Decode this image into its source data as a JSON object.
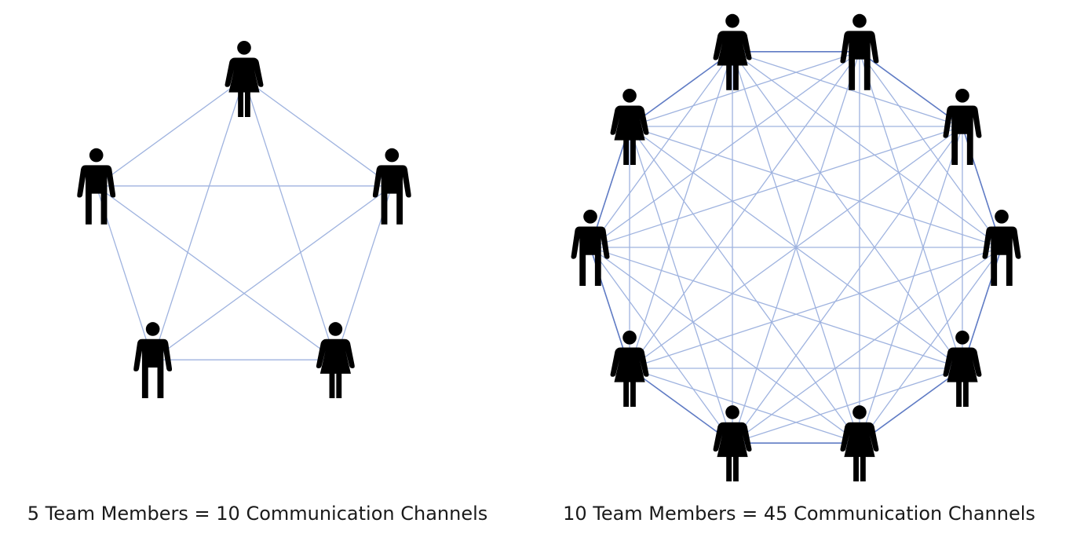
{
  "diagrams": [
    {
      "caption": "5 Team Members = 10 Communication Channels",
      "member_count": 5,
      "channel_count": 10,
      "members": [
        "female",
        "male",
        "female",
        "male",
        "male"
      ]
    },
    {
      "caption": "10 Team Members = 45 Communication Channels",
      "member_count": 10,
      "channel_count": 45,
      "members": [
        "female",
        "male",
        "male",
        "male",
        "female",
        "female",
        "female",
        "female",
        "male",
        "female"
      ]
    }
  ],
  "colors": {
    "channel_line": "#9fb3df",
    "channel_line_outer": "#5f7bc4",
    "person": "#000000",
    "caption_text": "#1a1a1a"
  }
}
